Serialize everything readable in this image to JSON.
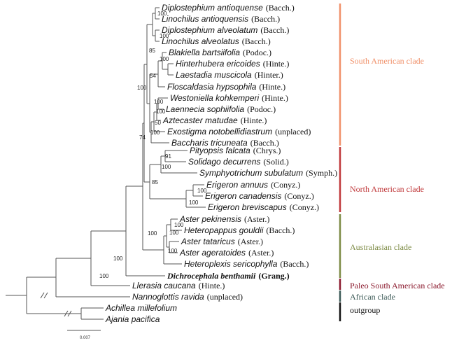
{
  "taxa": [
    {
      "name": "Diplostephium antioquense",
      "group": "(Bacch.)"
    },
    {
      "name": "Linochilus antioquensis",
      "group": "(Bacch.)"
    },
    {
      "name": "Diplostephium alveolatum",
      "group": "(Bacch.)"
    },
    {
      "name": "Linochilus alveolatus",
      "group": "(Bacch.)"
    },
    {
      "name": "Blakiella bartsiifolia",
      "group": "(Podoc.)"
    },
    {
      "name": "Hinterhubera ericoides",
      "group": "(Hinte.)"
    },
    {
      "name": "Laestadia muscicola",
      "group": "(Hinter.)"
    },
    {
      "name": "Floscaldasia hypsophila",
      "group": "(Hinte.)"
    },
    {
      "name": "Westoniella kohkemperi",
      "group": "(Hinte.)"
    },
    {
      "name": "Laennecia sophiifolia",
      "group": "(Podoc.)"
    },
    {
      "name": "Aztecaster matudae",
      "group": "(Hinte.)"
    },
    {
      "name": "Exostigma notobellidiastrum",
      "group": "(unplaced)"
    },
    {
      "name": "Baccharis tricuneata",
      "group": "(Bacch.)"
    },
    {
      "name": "Pityopsis falcata",
      "group": "(Chrys.)"
    },
    {
      "name": "Solidago decurrens",
      "group": "(Solid.)"
    },
    {
      "name": "Symphyotrichum subulatum",
      "group": "(Symph.)"
    },
    {
      "name": "Erigeron annuus",
      "group": "(Conyz.)"
    },
    {
      "name": "Erigeron canadensis",
      "group": "(Conyz.)"
    },
    {
      "name": "Erigeron breviscapus",
      "group": "(Conyz.)"
    },
    {
      "name": "Aster pekinensis",
      "group": "(Aster.)"
    },
    {
      "name": "Heteropappus gouldii",
      "group": "(Bacch.)"
    },
    {
      "name": "Aster tataricus",
      "group": "(Aster.)"
    },
    {
      "name": "Aster ageratoides",
      "group": "(Aster.)"
    },
    {
      "name": "Heteroplexis sericophylla",
      "group": "(Bacch.)"
    },
    {
      "name": "Dichrocephala benthamii",
      "group": "(Grang.)",
      "bold": true
    },
    {
      "name": "Llerasia caucana",
      "group": "(Hinte.)"
    },
    {
      "name": "Nannoglottis ravida",
      "group": "(unplaced)"
    },
    {
      "name": "Achillea millefolium",
      "group": ""
    },
    {
      "name": "Ajania pacifica",
      "group": ""
    }
  ],
  "support_values": [
    "100",
    "100",
    "85",
    "54",
    "100",
    "100",
    "100",
    "50",
    "100",
    "74",
    "91",
    "100",
    "85",
    "100",
    "100",
    "100",
    "100",
    "100",
    "100",
    "100",
    "100",
    "100"
  ],
  "clades": [
    {
      "label": "South American clade",
      "color": "#f0916a"
    },
    {
      "label": "North  American clade",
      "color": "#c0393b"
    },
    {
      "label": "Australasian clade",
      "color": "#7d8b45"
    },
    {
      "label": "Paleo South American clade",
      "color": "#8b1a2e"
    },
    {
      "label": "African clade",
      "color": "#3c5a57"
    },
    {
      "label": "outgroup",
      "color": "#111111"
    }
  ],
  "scale_bar": {
    "label": "0.007"
  }
}
